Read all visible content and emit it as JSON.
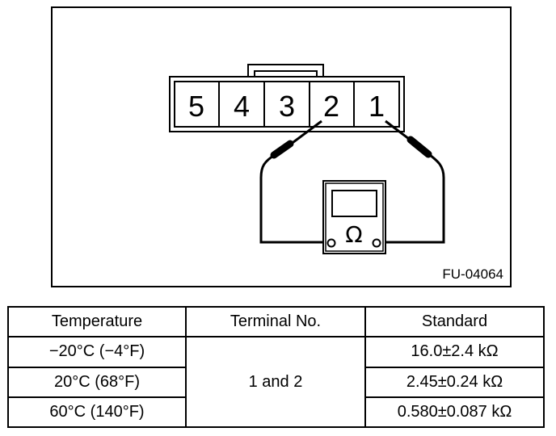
{
  "figure": {
    "id": "FU-04064",
    "terminals": [
      "5",
      "4",
      "3",
      "2",
      "1"
    ],
    "meter_symbol": "Ω"
  },
  "table": {
    "headers": [
      "Temperature",
      "Terminal No.",
      "Standard"
    ],
    "terminal": "1 and 2",
    "rows": [
      {
        "temperature": "−20°C (−4°F)",
        "standard": "16.0±2.4 kΩ"
      },
      {
        "temperature": "20°C (68°F)",
        "standard": "2.45±0.24 kΩ"
      },
      {
        "temperature": "60°C (140°F)",
        "standard": "0.580±0.087 kΩ"
      }
    ]
  }
}
